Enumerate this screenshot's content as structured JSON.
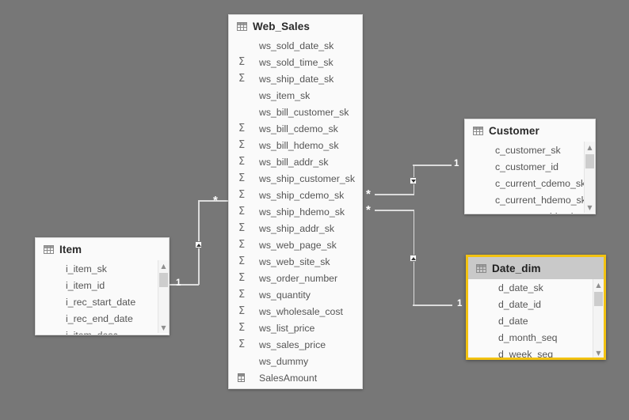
{
  "canvas": {
    "background": "#777777",
    "line_color": "#dcdcdc",
    "selection_color": "#f2c211"
  },
  "tables": [
    {
      "id": "web_sales",
      "name": "Web_Sales",
      "icon": "table-icon",
      "selected": false,
      "scrollbar": false,
      "fields": [
        {
          "name": "ws_sold_date_sk",
          "icon": ""
        },
        {
          "name": "ws_sold_time_sk",
          "icon": "sigma-icon"
        },
        {
          "name": "ws_ship_date_sk",
          "icon": "sigma-icon"
        },
        {
          "name": "ws_item_sk",
          "icon": ""
        },
        {
          "name": "ws_bill_customer_sk",
          "icon": ""
        },
        {
          "name": "ws_bill_cdemo_sk",
          "icon": "sigma-icon"
        },
        {
          "name": "ws_bill_hdemo_sk",
          "icon": "sigma-icon"
        },
        {
          "name": "ws_bill_addr_sk",
          "icon": "sigma-icon"
        },
        {
          "name": "ws_ship_customer_sk",
          "icon": "sigma-icon"
        },
        {
          "name": "ws_ship_cdemo_sk",
          "icon": "sigma-icon"
        },
        {
          "name": "ws_ship_hdemo_sk",
          "icon": "sigma-icon"
        },
        {
          "name": "ws_ship_addr_sk",
          "icon": "sigma-icon"
        },
        {
          "name": "ws_web_page_sk",
          "icon": "sigma-icon"
        },
        {
          "name": "ws_web_site_sk",
          "icon": "sigma-icon"
        },
        {
          "name": "ws_order_number",
          "icon": "sigma-icon"
        },
        {
          "name": "ws_quantity",
          "icon": "sigma-icon"
        },
        {
          "name": "ws_wholesale_cost",
          "icon": "sigma-icon"
        },
        {
          "name": "ws_list_price",
          "icon": "sigma-icon"
        },
        {
          "name": "ws_sales_price",
          "icon": "sigma-icon"
        },
        {
          "name": "ws_dummy",
          "icon": ""
        },
        {
          "name": "SalesAmount",
          "icon": "measure-icon"
        }
      ]
    },
    {
      "id": "customer",
      "name": "Customer",
      "icon": "table-icon",
      "selected": false,
      "scrollbar": true,
      "fields": [
        {
          "name": "c_customer_sk",
          "icon": ""
        },
        {
          "name": "c_customer_id",
          "icon": ""
        },
        {
          "name": "c_current_cdemo_sk",
          "icon": ""
        },
        {
          "name": "c_current_hdemo_sk",
          "icon": ""
        },
        {
          "name": "c_current_addr_sk",
          "icon": ""
        }
      ]
    },
    {
      "id": "date_dim",
      "name": "Date_dim",
      "icon": "table-icon",
      "selected": true,
      "scrollbar": true,
      "fields": [
        {
          "name": "d_date_sk",
          "icon": ""
        },
        {
          "name": "d_date_id",
          "icon": ""
        },
        {
          "name": "d_date",
          "icon": ""
        },
        {
          "name": "d_month_seq",
          "icon": ""
        },
        {
          "name": "d_week_seq",
          "icon": ""
        }
      ]
    },
    {
      "id": "item",
      "name": "Item",
      "icon": "table-icon",
      "selected": false,
      "scrollbar": true,
      "fields": [
        {
          "name": "i_item_sk",
          "icon": ""
        },
        {
          "name": "i_item_id",
          "icon": ""
        },
        {
          "name": "i_rec_start_date",
          "icon": ""
        },
        {
          "name": "i_rec_end_date",
          "icon": ""
        },
        {
          "name": "i_item_desc",
          "icon": ""
        }
      ]
    }
  ],
  "relationships": [
    {
      "id": "item-websales",
      "from_table": "Item",
      "to_table": "Web_Sales",
      "from_cardinality": "1",
      "to_cardinality": "*",
      "cross_filter": "single"
    },
    {
      "id": "websales-customer",
      "from_table": "Web_Sales",
      "to_table": "Customer",
      "from_cardinality": "*",
      "to_cardinality": "1",
      "cross_filter": "single"
    },
    {
      "id": "websales-datedim",
      "from_table": "Web_Sales",
      "to_table": "Date_dim",
      "from_cardinality": "*",
      "to_cardinality": "1",
      "cross_filter": "single"
    }
  ]
}
